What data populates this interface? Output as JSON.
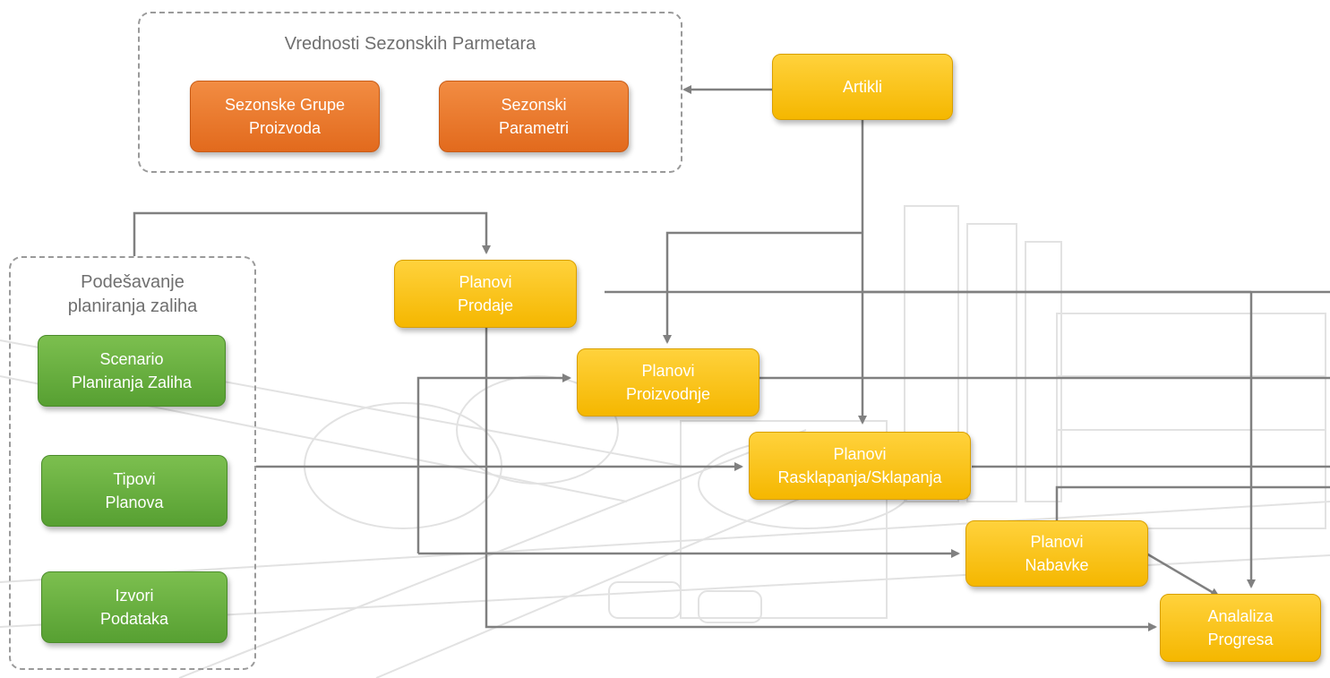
{
  "groups": {
    "seasonal": {
      "title": "Vrednosti Sezonskih Parmetara"
    },
    "setup": {
      "title": "Podešavanje\nplaniranja zaliha"
    }
  },
  "nodes": {
    "sezonske_grupe": "Sezonske Grupe\nProizvoda",
    "sezonski_parametri": "Sezonski\nParametri",
    "artikli": "Artikli",
    "planovi_prodaje": "Planovi\nProdaje",
    "planovi_proizvodnje": "Planovi\nProizvodnje",
    "planovi_rasklapanja": "Planovi\nRasklapanja/Sklapanja",
    "planovi_nabavke": "Planovi\nNabavke",
    "analiza_progresa": "Analaliza\nProgresa",
    "scenario": "Scenario\nPlaniranja Zaliha",
    "tipovi_planova": "Tipovi\nPlanova",
    "izvori_podataka": "Izvori\nPodataka"
  },
  "colors": {
    "orange": "#e87a2c",
    "yellow": "#fcc419",
    "green": "#64ac3d",
    "connector": "#808080"
  }
}
